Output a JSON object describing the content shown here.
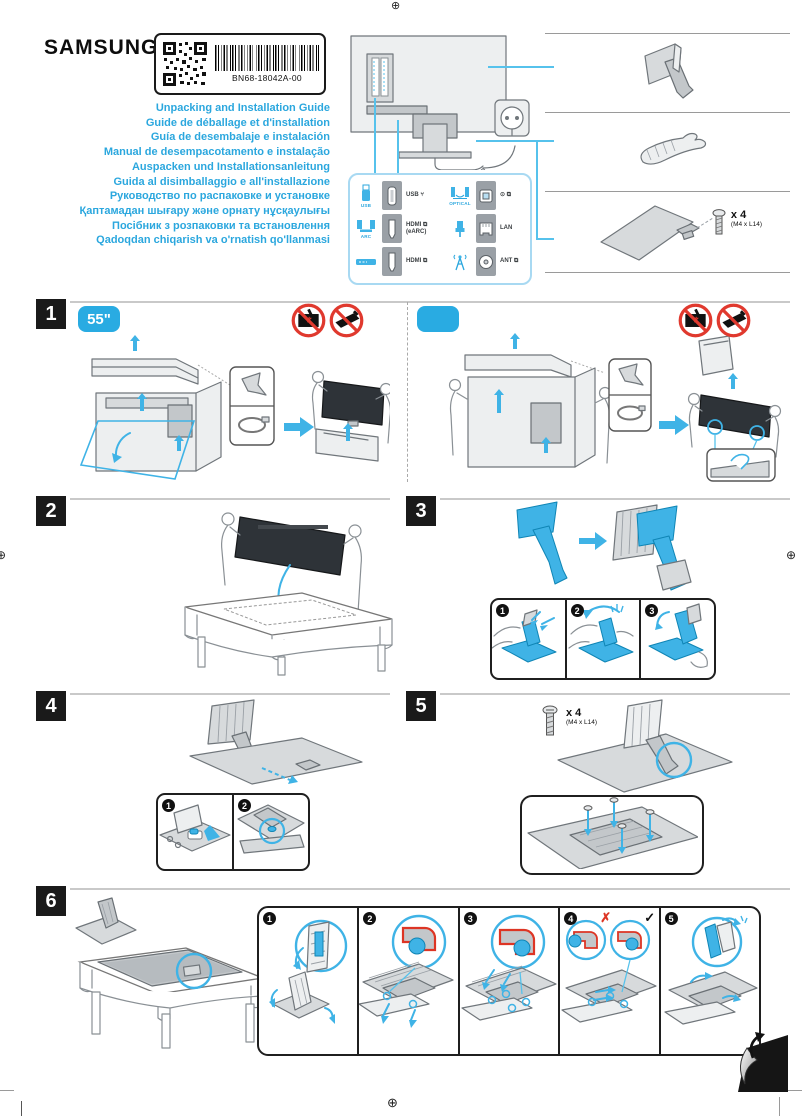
{
  "brand": "SAMSUNG",
  "label_box": {
    "part_number": "BN68-18042A-00"
  },
  "titles": [
    "Unpacking and Installation Guide",
    "Guide de déballage et d'installation",
    "Guía de desembalaje e instalación",
    "Manual de desempacotamento e instalação",
    "Auspacken und Installationsanleitung",
    "Guida al disimballaggio e all'installazione",
    "Руководство по распаковке и установке",
    "Қаптамадан шығару және орнату нұсқаулығы",
    "Посібник з розпаковки та встановлення",
    "Qadoqdan chiqarish va o'rnatish qo'llanmasi"
  ],
  "ports": {
    "usb": {
      "caption": "USB",
      "label": "USB ⑂"
    },
    "optical": {
      "caption": "OPTICAL",
      "label": "⊙ ⧉"
    },
    "arc": {
      "caption": "ARC",
      "label": "HDMI ⧉ (eARC)"
    },
    "lan": {
      "label": "LAN"
    },
    "hdmi": {
      "label": "HDMI ⧉"
    },
    "ant": {
      "label": "ANT ⧉"
    }
  },
  "screw_spec": {
    "count": "x 4",
    "size": "(M4 x L14)"
  },
  "steps": {
    "s1": {
      "num": "1",
      "size_badge": "55\"",
      "size_badge2": ""
    },
    "s2": {
      "num": "2"
    },
    "s3": {
      "num": "3",
      "markers": [
        "1",
        "2",
        "3"
      ]
    },
    "s4": {
      "num": "4",
      "markers": [
        "1",
        "2"
      ]
    },
    "s5": {
      "num": "5"
    },
    "s6": {
      "num": "6",
      "markers": [
        "1",
        "2",
        "3",
        "4",
        "5"
      ],
      "wrong_mark": "✗",
      "right_mark": "✓"
    }
  }
}
